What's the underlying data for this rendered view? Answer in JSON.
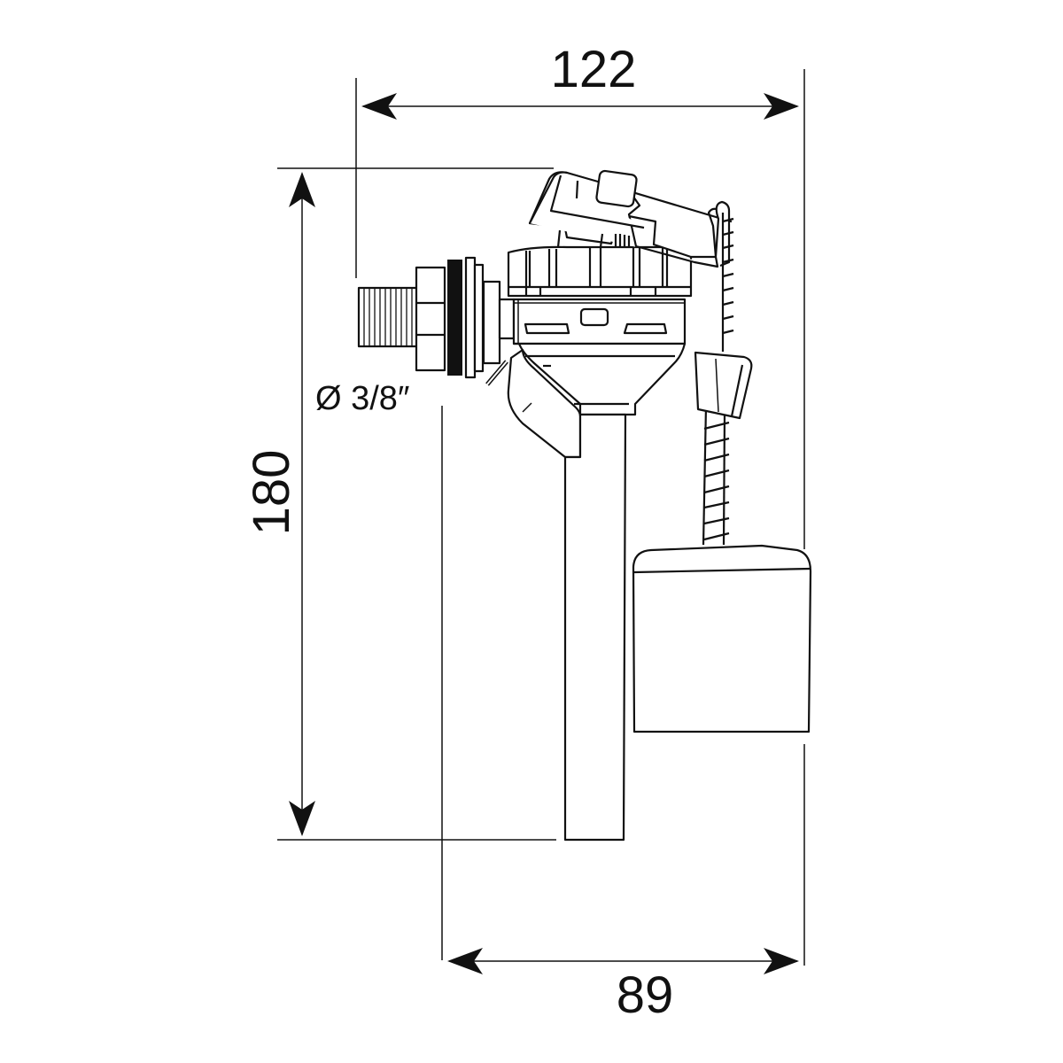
{
  "drawing": {
    "subject": "side-entry toilet fill valve",
    "colors": {
      "line": "#111111",
      "background": "#ffffff",
      "button_fill": "#f2eef4",
      "gasket": "#111111"
    }
  },
  "dimensions": {
    "overall_width": {
      "value": "122",
      "unit": "mm"
    },
    "overall_height": {
      "value": "180",
      "unit": "mm"
    },
    "inlet_to_float_width": {
      "value": "89",
      "unit": "mm"
    },
    "thread_diameter": {
      "label": "Ø 3/8″"
    }
  }
}
